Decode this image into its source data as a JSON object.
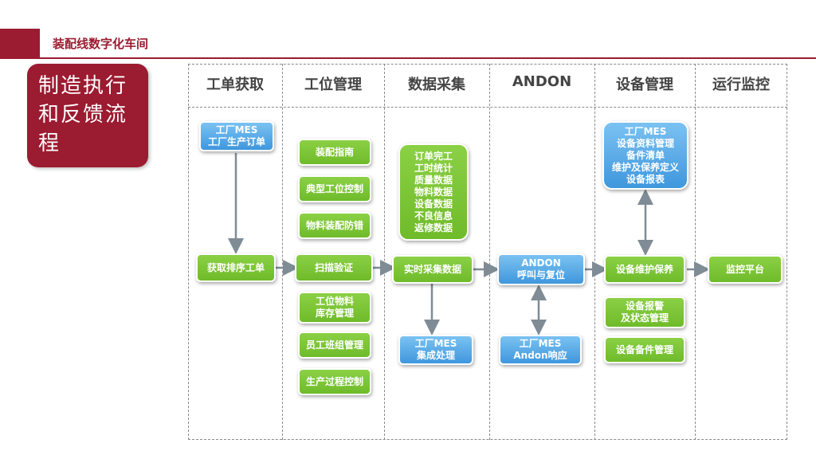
{
  "header": {
    "title": "装配线数字化车间"
  },
  "side_card": {
    "title": "制造执行和反馈流程"
  },
  "columns": [
    "工单获取",
    "工位管理",
    "数据采集",
    "ANDON",
    "设备管理",
    "运行监控"
  ],
  "boxes": {
    "mes_order": "工厂MES\n工厂生产订单",
    "get_order": "获取排序工单",
    "assembly_guide": "装配指南",
    "typical_station": "典型工位控制",
    "material_errorproof": "物料装配防错",
    "scan_verify": "扫描验证",
    "station_material": "工位物料\n库存管理",
    "staff_team": "员工班组管理",
    "process_control": "生产过程控制",
    "data_list": "订单完工\n工时统计\n质量数据\n物料数据\n设备数据\n不良信息\n返修数据",
    "realtime_collect": "实时采集数据",
    "mes_integration": "工厂MES\n集成处理",
    "andon_call": "ANDON\n呼叫与复位",
    "mes_andon": "工厂MES\nAndon响应",
    "mes_equipment": "工厂MES\n设备资料管理\n备件清单\n维护及保养定义\n设备报表",
    "equip_maint": "设备维护保养",
    "equip_alarm": "设备报警\n及状态管理",
    "equip_spare": "设备备件管理",
    "monitor_platform": "监控平台"
  },
  "colors": {
    "brand": "#9b1b30",
    "green": "#6fbb2a",
    "blue": "#3f97dd",
    "arrow": "#7f8c95"
  }
}
